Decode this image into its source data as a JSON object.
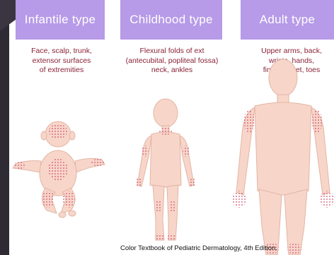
{
  "headers": [
    "Infantile type",
    "Childhood type",
    "Adult type"
  ],
  "descriptions": {
    "infantile": [
      "Face, scalp, trunk,",
      "extensor surfaces",
      "of extremities"
    ],
    "childhood": [
      "Flexural folds of ext",
      "(antecubital, popliteal fossa)",
      "neck, ankles"
    ],
    "adult": [
      "Upper arms, back,",
      "wrists, hands,",
      "fingers, feet, toes"
    ]
  },
  "caption": "Color Textbook of Pediatric Dermatology, 4th Edition.",
  "colors": {
    "header_bg": "#b79ae8",
    "header_text": "#ffffff",
    "description_text": "#8a2136",
    "skin": "#f7d6c9",
    "skin_outline": "#e2b5a5",
    "rash_dots": "#d2506e",
    "left_strip": "#2f2b35"
  }
}
